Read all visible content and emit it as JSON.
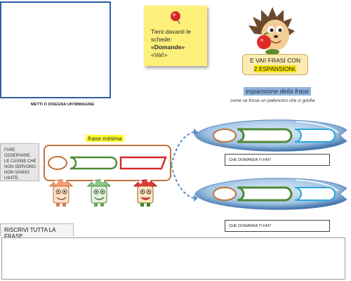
{
  "image_area": {
    "caption": "METTI O DISEGNA UN'IMMAGINE"
  },
  "sticky_note": {
    "line1": "Tieni davanti le schede:",
    "item1": "«Domande»",
    "item2": "«Vai!»"
  },
  "mascot": {
    "callout_line1": "E VAI! FRASI CON",
    "callout_line2": "2 ESPANSIONI."
  },
  "expansion": {
    "title": "espansione della frase",
    "subtitle": "come se fosse  un palloncino che si gonfia",
    "question1": "CHE DOMANDA TI FAI?",
    "question2": "CHE DOMANDA TI FAI?"
  },
  "minimal": {
    "title": "frase minima"
  },
  "side_note": {
    "text": "FARE OSSERVARE. LE CASINE CHE NON SERVONO NON VANNO USATE."
  },
  "rewrite": {
    "label": "RISCRIVI TUTTA LA FRASE"
  },
  "colors": {
    "blue_border": "#2f5da8",
    "sticky_yellow": "#fdf07a",
    "highlight_yellow": "#ffff2f",
    "orange_outline": "#c0703a",
    "green_outline": "#4e8a34",
    "red_outline": "#d42a2a",
    "cyan_outline": "#2aa7d9",
    "expansion_title_bg": "#8fb4dd"
  },
  "icons": [
    "push-pin-icon",
    "hedgehog-mascot-icon",
    "mushroom-house-icon",
    "dashed-arrow-icon"
  ]
}
